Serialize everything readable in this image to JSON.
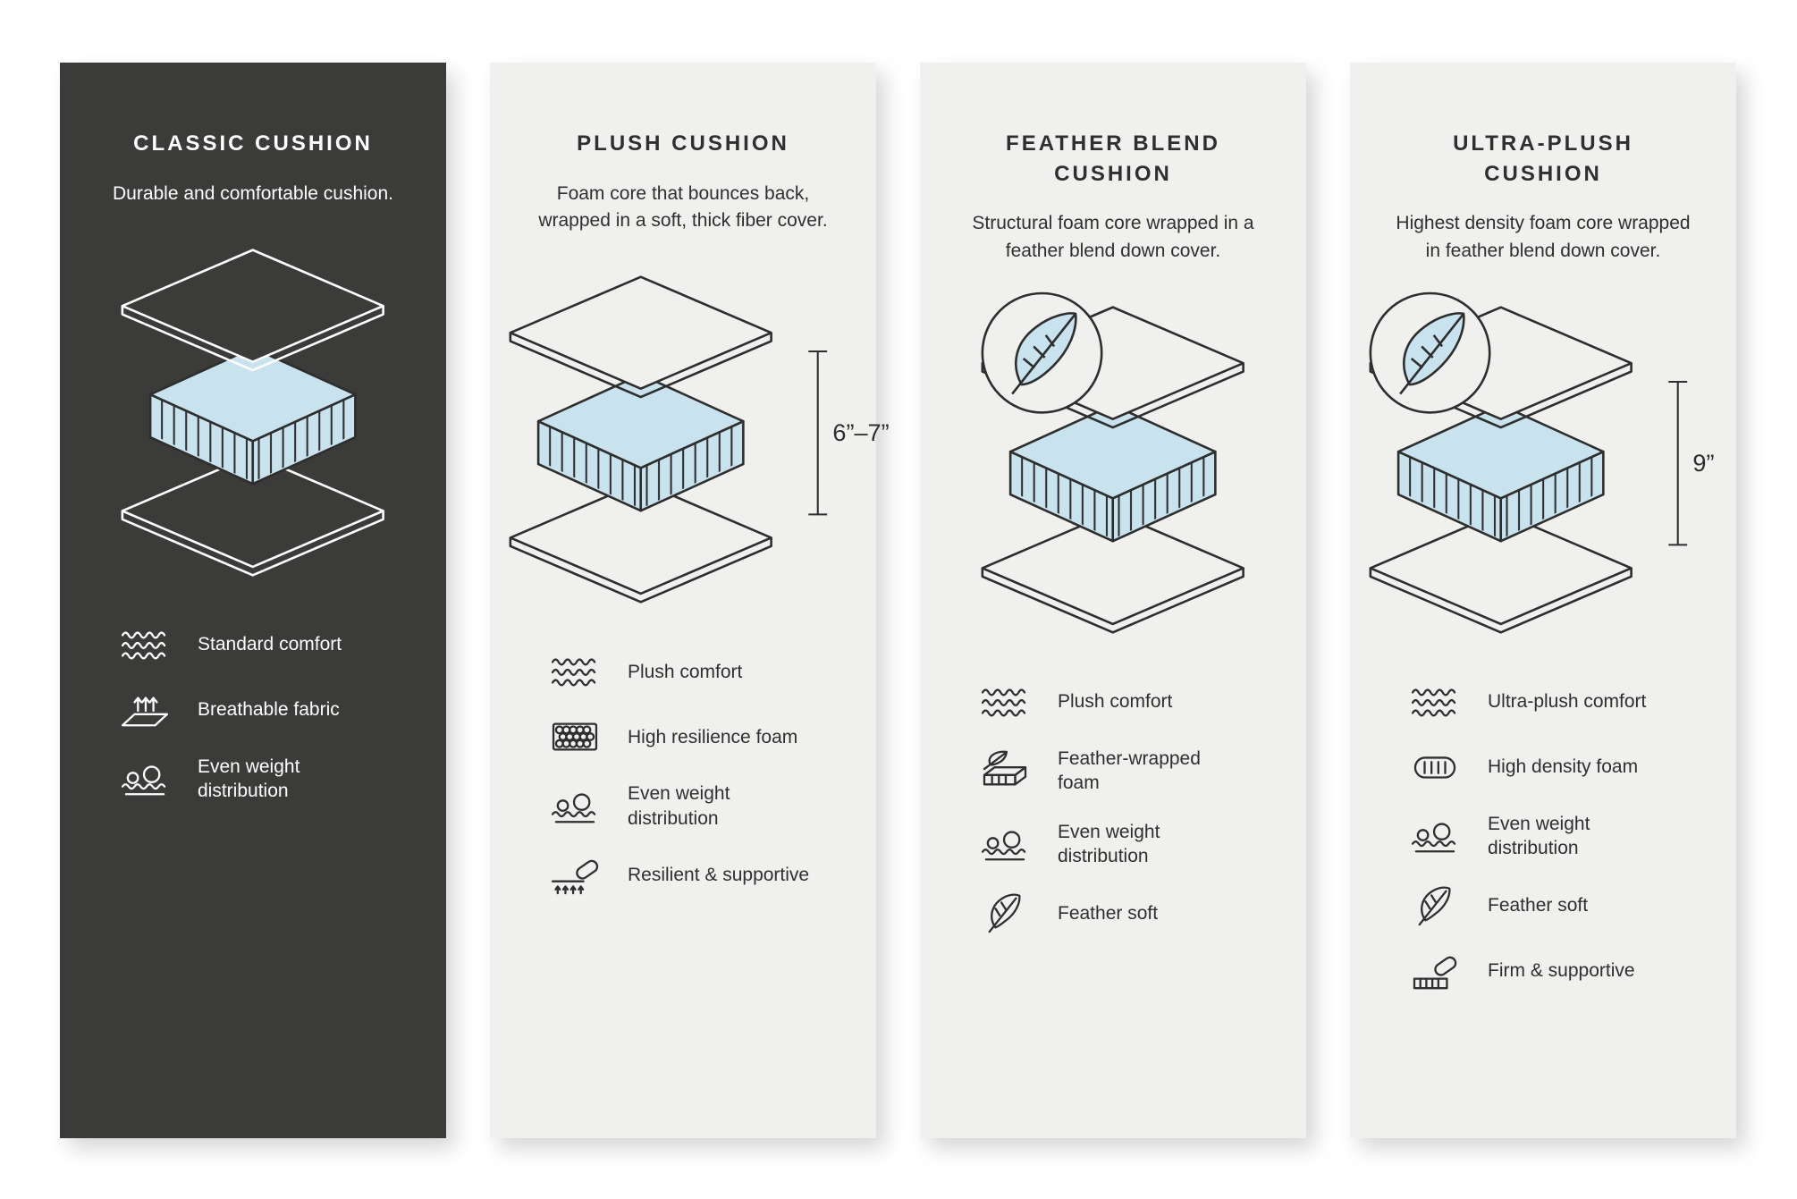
{
  "colors": {
    "dark_panel": "#3b3b39",
    "light_panel": "#f0f0ee",
    "foam_blue": "#c9e3ee",
    "line_dark": "#2e2e2e",
    "page_bg": "#ffffff"
  },
  "panels": [
    {
      "title": "CLASSIC CUSHION",
      "description": "Durable and comfortable cushion.",
      "measurement": "",
      "features": [
        {
          "icon": "waves-icon",
          "label": "Standard comfort"
        },
        {
          "icon": "breathable-icon",
          "label": "Breathable fabric"
        },
        {
          "icon": "weight-distribution-icon",
          "label": "Even weight distribution"
        }
      ]
    },
    {
      "title": "PLUSH CUSHION",
      "description": "Foam core that bounces back, wrapped in a soft, thick fiber cover.",
      "measurement": "6”–7”",
      "features": [
        {
          "icon": "waves-icon",
          "label": "Plush comfort"
        },
        {
          "icon": "foam-cells-icon",
          "label": "High resilience foam"
        },
        {
          "icon": "weight-distribution-icon",
          "label": "Even weight distribution"
        },
        {
          "icon": "resilient-icon",
          "label": "Resilient & supportive"
        }
      ]
    },
    {
      "title": "FEATHER BLEND CUSHION",
      "description": "Structural foam core wrapped in a feather blend down cover.",
      "measurement": "",
      "features": [
        {
          "icon": "waves-icon",
          "label": "Plush comfort"
        },
        {
          "icon": "feather-foam-icon",
          "label": "Feather-wrapped foam"
        },
        {
          "icon": "weight-distribution-icon",
          "label": "Even weight distribution"
        },
        {
          "icon": "feather-icon",
          "label": "Feather soft"
        }
      ]
    },
    {
      "title": "ULTRA-PLUSH CUSHION",
      "description": "Highest density foam core wrapped in feather blend down cover.",
      "measurement": "9”",
      "features": [
        {
          "icon": "waves-icon",
          "label": "Ultra-plush comfort"
        },
        {
          "icon": "density-foam-icon",
          "label": "High density foam"
        },
        {
          "icon": "weight-distribution-icon",
          "label": "Even weight distribution"
        },
        {
          "icon": "feather-icon",
          "label": "Feather soft"
        },
        {
          "icon": "firm-icon",
          "label": "Firm & supportive"
        }
      ]
    }
  ]
}
